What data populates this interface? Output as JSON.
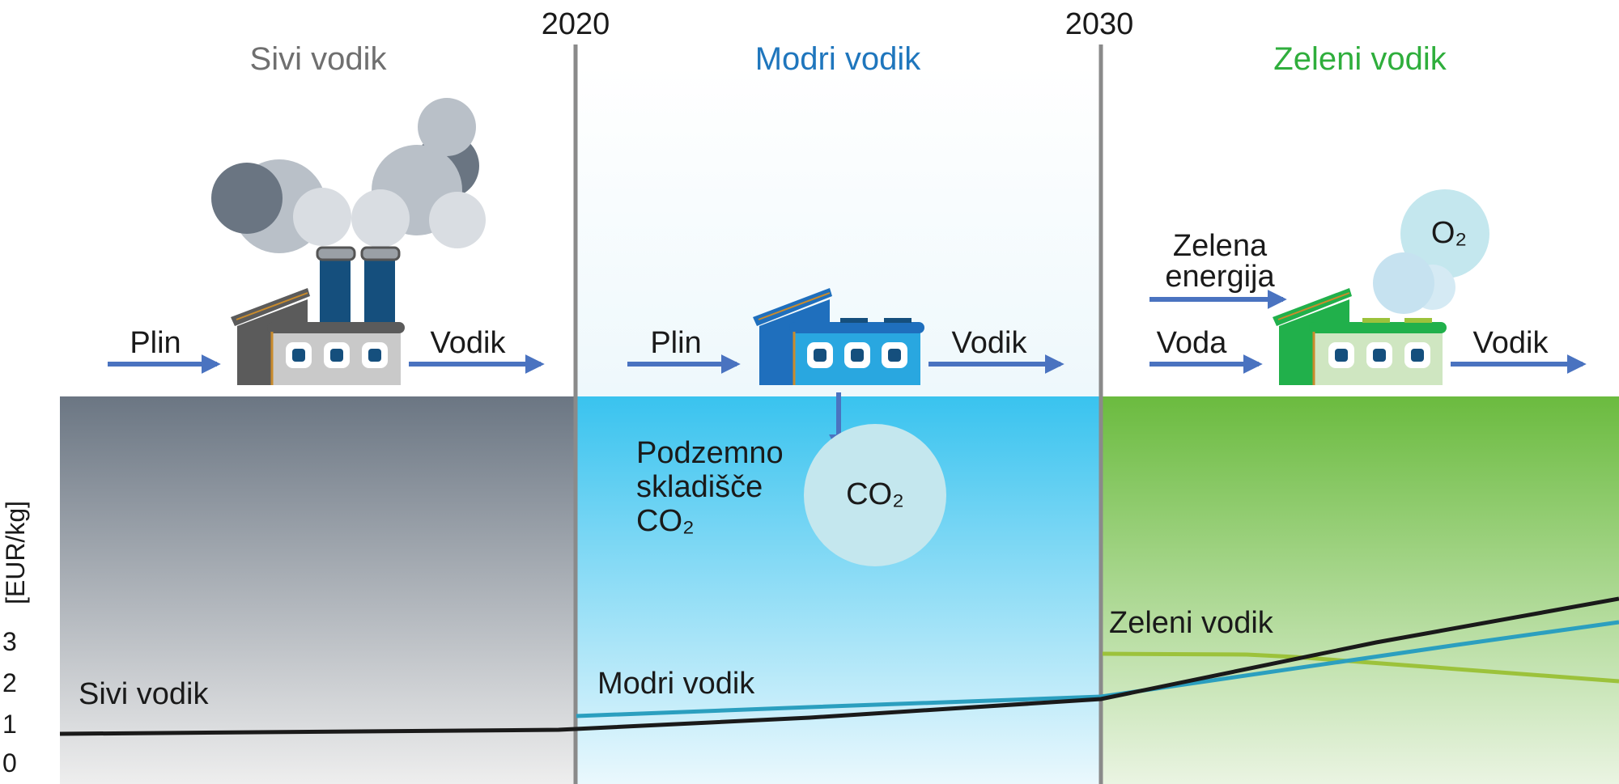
{
  "eras": [
    {
      "year": "",
      "title": "Sivi vodik",
      "title_color": "#6f6f6f",
      "band_top": "#6b7683",
      "band_bottom": "#eeeeee",
      "input_label": "Plin",
      "output_label": "Vodik"
    },
    {
      "year": "2020",
      "title": "Modri vodik",
      "title_color": "#1f76bd",
      "band_top": "#39c3ef",
      "band_bottom": "#eaf8fd",
      "input_label": "Plin",
      "output_label": "Vodik",
      "storage_label": [
        "Podzemno",
        "skladišče",
        "CO₂"
      ],
      "bubble_label": "CO₂"
    },
    {
      "year": "2030",
      "title": "Zeleni vodik",
      "title_color": "#2fae3c",
      "band_top": "#6bbb3f",
      "band_bottom": "#e6f2dc",
      "input_label": "Voda",
      "output_label": "Vodik",
      "energy_label": [
        "Zelena",
        "energija"
      ],
      "bubble_label": "O₂"
    }
  ],
  "axis": {
    "label": "[EUR/kg]",
    "ticks": [
      "0",
      "1",
      "2",
      "3"
    ]
  },
  "series_labels": {
    "grey": "Sivi vodik",
    "blue": "Modri vodik",
    "green": "Zeleni vodik"
  },
  "colors": {
    "arrow": "#4a73c0",
    "divider": "#8a8a8a",
    "grey_line": "#1a1a1a",
    "blue_line": "#2b9fbf",
    "green_line": "#9cc23b"
  },
  "icons": [
    "factory-icon",
    "smoke-cloud-icon",
    "co2-bubble-icon",
    "o2-bubble-icon",
    "arrow-icon"
  ]
}
